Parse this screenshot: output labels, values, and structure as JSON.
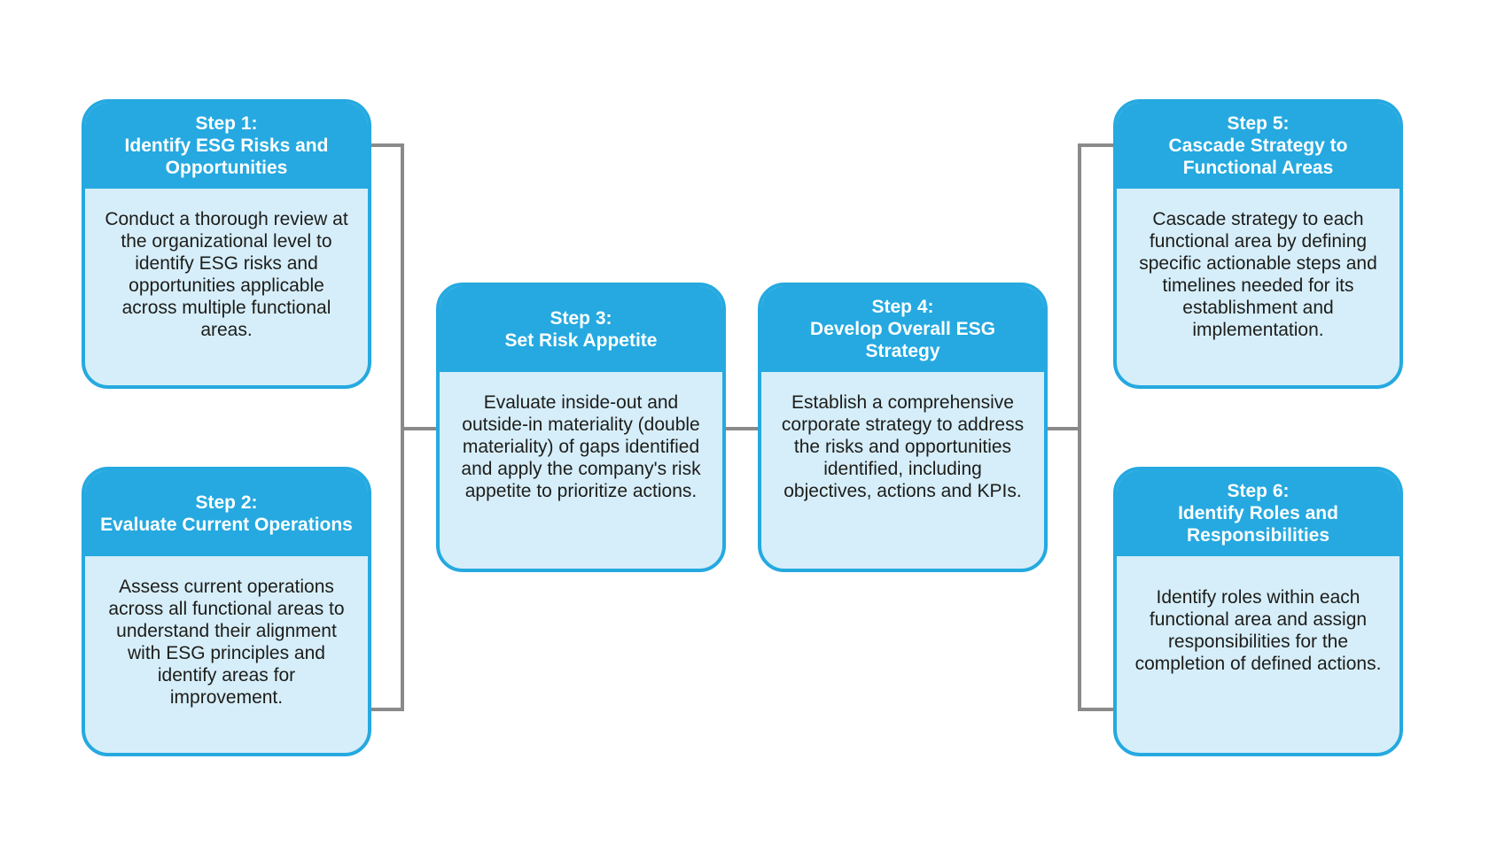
{
  "colors": {
    "header": "#25a9e0",
    "body": "#d6eef9",
    "border": "#25a9e0",
    "connector": "#8a8a8a",
    "text": "#1d1d1b"
  },
  "steps": [
    {
      "step": "Step 1:",
      "title": "Identify ESG Risks and Opportunities",
      "description": "Conduct a thorough review at the organizational level to identify ESG risks and opportunities applicable across multiple functional areas."
    },
    {
      "step": "Step 2:",
      "title": "Evaluate Current Operations",
      "description": "Assess current operations across all functional areas to understand their alignment with ESG principles and identify areas for improvement."
    },
    {
      "step": "Step 3:",
      "title": "Set Risk Appetite",
      "description": "Evaluate inside-out and outside-in materiality (double materiality) of gaps identified and apply the company's risk appetite to prioritize actions."
    },
    {
      "step": "Step 4:",
      "title": "Develop Overall ESG Strategy",
      "description": "Establish a comprehensive corporate strategy to address the risks and opportunities identified, including objectives, actions and KPIs."
    },
    {
      "step": "Step 5:",
      "title": "Cascade Strategy to Functional Areas",
      "description": "Cascade strategy to each functional area by defining specific actionable steps and timelines needed for its establishment and implementation."
    },
    {
      "step": "Step 6:",
      "title": "Identify Roles and Responsibilities",
      "description": "Identify roles within each functional area and assign responsibilities for the completion of defined actions."
    }
  ]
}
